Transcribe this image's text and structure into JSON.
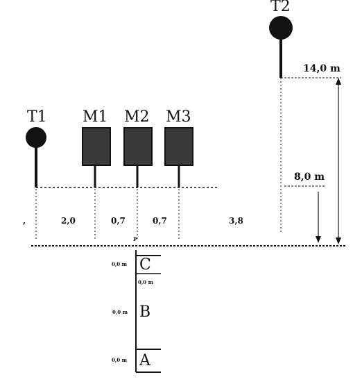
{
  "tower_left": {
    "label": "T1"
  },
  "tower_right": {
    "label": "T2"
  },
  "microphones": [
    {
      "label": "M1"
    },
    {
      "label": "M2"
    },
    {
      "label": "M3"
    }
  ],
  "heights": {
    "tower_right": "14,0 m",
    "mic_line": "8,0 m"
  },
  "spacings": [
    "2,0",
    "0,7",
    "0,7",
    "3,8"
  ],
  "ground_marker": "P",
  "levels": [
    {
      "label": "C",
      "side": "0,0 m",
      "under": "0,0 m"
    },
    {
      "label": "B",
      "side": "0,0 m"
    },
    {
      "label": "A",
      "side": "0,0 m"
    }
  ],
  "colors": {
    "ink": "#111111",
    "fill": "#3a3a3a",
    "background": "#ffffff"
  }
}
